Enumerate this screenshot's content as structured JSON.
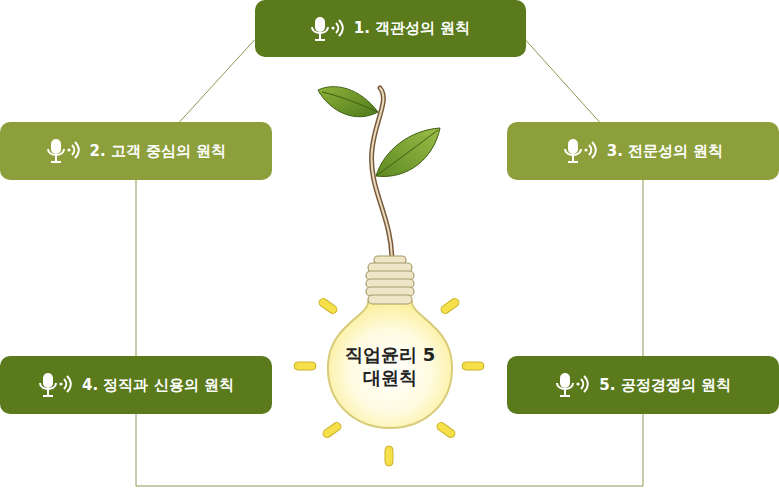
{
  "diagram": {
    "nodes": [
      {
        "text": [
          "1. 객관성의 원칙"
        ]
      },
      {
        "text": [
          "2. 고객 중심의 원칙"
        ]
      },
      {
        "text": [
          "3. 전문성의 원칙"
        ]
      },
      {
        "text": [
          "4. 정직과 신용의 원칙"
        ]
      },
      {
        "text": [
          "5. 공정경쟁의 원칙"
        ]
      },
      {
        "text": [
          "직업윤리 5대원칙"
        ]
      }
    ],
    "edges": [
      {
        "from": 0,
        "to": 1,
        "arrow": "none"
      },
      {
        "from": 0,
        "to": 2,
        "arrow": "none"
      },
      {
        "from": 1,
        "to": 3,
        "arrow": "none"
      },
      {
        "from": 2,
        "to": 4,
        "arrow": "none"
      },
      {
        "from": 3,
        "to": 4,
        "arrow": "none"
      }
    ]
  }
}
